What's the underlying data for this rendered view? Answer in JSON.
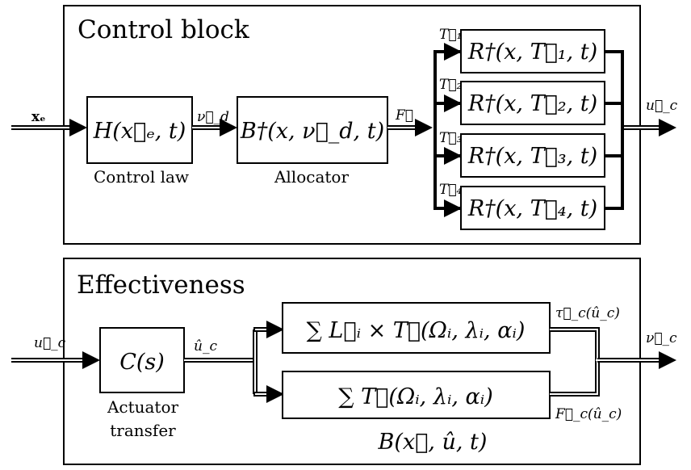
{
  "top_panel": {
    "title": "Control block",
    "control_law": {
      "expr": "H(x⃗ₑ, t)",
      "caption": "Control law"
    },
    "allocator": {
      "expr": "B†(x, ν⃗_d, t)",
      "caption": "Allocator"
    },
    "r_blocks": [
      "R†(x, T⃗₁, t)",
      "R†(x, T⃗₂, t)",
      "R†(x, T⃗₃, t)",
      "R†(x, T⃗₄, t)"
    ],
    "signals": {
      "input": "xₑ",
      "nu_d": "ν⃗_d",
      "force": "F⃗",
      "output": "u⃗_c",
      "t1": "T⃗₁",
      "t2": "T⃗₂",
      "t3": "T⃗₃",
      "t4": "T⃗₄"
    }
  },
  "bottom_panel": {
    "title": "Effectiveness",
    "actuator": {
      "expr": "C(s)",
      "caption_line1": "Actuator",
      "caption_line2": "transfer"
    },
    "torque_block": "∑ L⃗ᵢ × T⃗(Ωᵢ, λᵢ, αᵢ)",
    "force_block": "∑ T⃗(Ωᵢ, λᵢ, αᵢ)",
    "group_label": "B(x⃗, û, t)",
    "signals": {
      "input": "u⃗_c",
      "u_hat": "û_c",
      "tau": "τ⃗_c(û_c)",
      "force": "F⃗_c(û_c)",
      "output": "ν⃗_c"
    }
  }
}
